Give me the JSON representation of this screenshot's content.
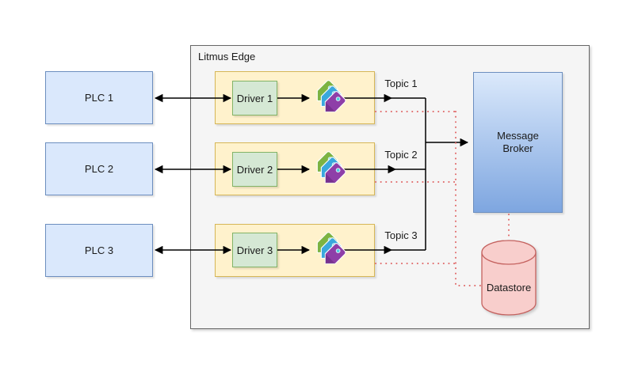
{
  "colors": {
    "page_bg": "#ffffff",
    "text": "#1a1a1a",
    "container_fill": "#f5f5f5",
    "container_stroke": "#666666",
    "plc_fill": "#dae8fc",
    "plc_stroke": "#6c8ebf",
    "group_fill": "#fff2cc",
    "group_stroke": "#d6b656",
    "driver_fill": "#d5e8d4",
    "driver_stroke": "#82b366",
    "broker_top": "#dbe9fb",
    "broker_bottom": "#7ea6e0",
    "broker_stroke": "#6c8ebf",
    "datastore_fill": "#f8cecc",
    "datastore_stroke": "#c4615e",
    "flow": "#000000",
    "store": "#e06666",
    "tag_green": "#7cb342",
    "tag_blue": "#3aa8dd",
    "tag_purple": "#8e3fa8",
    "tag_hole": "#4dd0e1"
  },
  "diagram": {
    "container": {
      "label": "Litmus Edge"
    },
    "plcs": [
      {
        "label": "PLC 1"
      },
      {
        "label": "PLC 2"
      },
      {
        "label": "PLC 3"
      }
    ],
    "rows": [
      {
        "driver": "Driver 1",
        "topic": "Topic 1"
      },
      {
        "driver": "Driver 2",
        "topic": "Topic 2"
      },
      {
        "driver": "Driver 3",
        "topic": "Topic 3"
      }
    ],
    "broker": {
      "label": "Message Broker"
    },
    "datastore": {
      "label": "Datastore"
    },
    "icons": {
      "pipeline_tags": "tags-icon"
    }
  }
}
